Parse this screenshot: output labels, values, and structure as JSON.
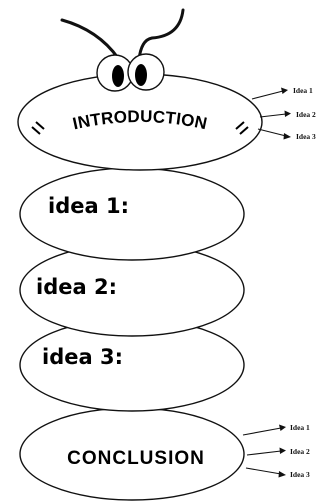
{
  "intro": {
    "label": "INTRODUCTION",
    "arrows": [
      "Idea 1",
      "Idea 2",
      "Idea 3"
    ]
  },
  "segments": [
    {
      "label": "idea 1:"
    },
    {
      "label": "idea 2:"
    },
    {
      "label": "idea 3:"
    }
  ],
  "conclusion": {
    "label": "CONCLUSION",
    "arrows": [
      "Idea 1",
      "Idea 2",
      "Idea 3"
    ]
  }
}
